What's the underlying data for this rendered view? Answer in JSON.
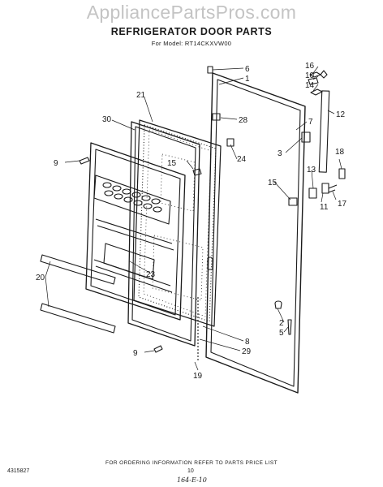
{
  "watermark": "AppliancePartsPros.com",
  "title": "REFRIGERATOR DOOR PARTS",
  "subtitle": "For Model: RT14CKXVW00",
  "callouts": [
    "6",
    "1",
    "16",
    "10",
    "14",
    "21",
    "12",
    "30",
    "28",
    "7",
    "3",
    "24",
    "15",
    "18",
    "9",
    "13",
    "15",
    "11",
    "17",
    "20",
    "23",
    "2",
    "5",
    "8",
    "29",
    "9",
    "19"
  ],
  "footer": {
    "ordering_note": "FOR ORDERING INFORMATION REFER TO PARTS PRICE LIST",
    "doc_number": "4315827",
    "page_number": "10",
    "handwritten": "164-E-10"
  }
}
